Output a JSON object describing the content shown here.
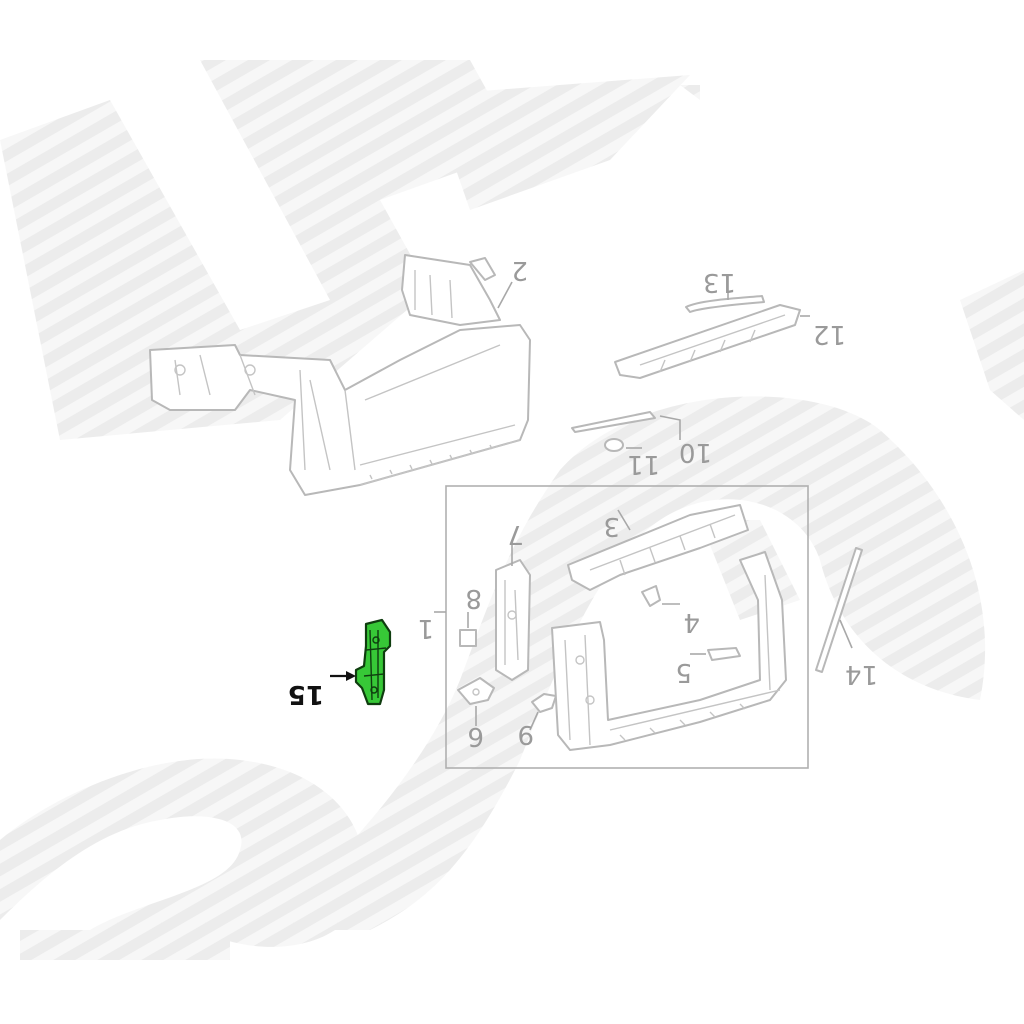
{
  "callouts": {
    "c1": "1",
    "c2": "2",
    "c3": "3",
    "c4": "4",
    "c5": "5",
    "c6": "6",
    "c7": "7",
    "c8": "8",
    "c9": "9",
    "c10": "10",
    "c11": "11",
    "c12": "12",
    "c13": "13",
    "c14": "14",
    "c15": "15"
  },
  "highlight": {
    "part": "15",
    "color": "#37c837"
  },
  "colors": {
    "line": "#b8b8b8",
    "watermark": "#eeeeee",
    "callout_text": "#9a9a9a",
    "highlight_text": "#111111"
  }
}
